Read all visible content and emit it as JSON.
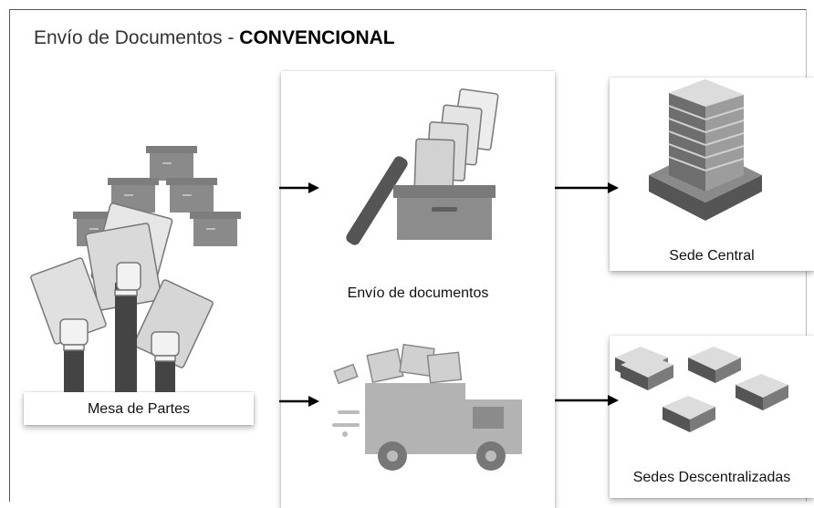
{
  "title": {
    "prefix": "Envío de Documentos - ",
    "emphasis": "CONVENCIONAL"
  },
  "nodes": {
    "mesa_de_partes": "Mesa de Partes",
    "envio_documentos": "Envío de documentos",
    "sede_central": "Sede Central",
    "sedes_descentralizadas": "Sedes Descentralizadas"
  },
  "icons": {
    "mesa": "office-boxes-and-raised-hands-with-documents-icon",
    "envio": "archive-box-with-flying-documents-icon",
    "truck": "delivery-truck-with-documents-icon",
    "central": "tall-office-building-icon",
    "descentralizadas": "small-buildings-group-icon"
  },
  "colors": {
    "dark_gray": "#6f6f6f",
    "mid_gray": "#9a9a9a",
    "light_gray": "#d9d9d9",
    "paper": "#f0f0f0",
    "arrow": "#000000"
  }
}
